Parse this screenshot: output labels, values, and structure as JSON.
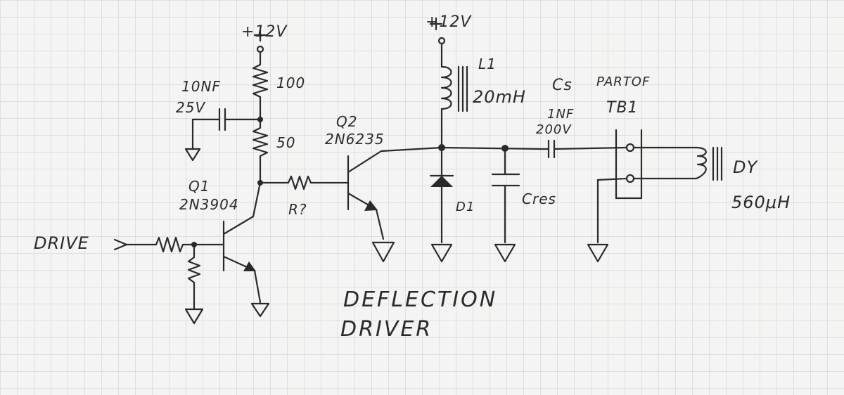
{
  "title": {
    "line1": "DEFLECTION",
    "line2": "DRIVER"
  },
  "labels": {
    "supply_left": "+12V",
    "supply_right": "+12V",
    "cap_value": "10NF",
    "cap_voltage": "25V",
    "r_top": "100",
    "r_mid": "50",
    "q1_name": "Q1",
    "q1_part": "2N3904",
    "q2_name": "Q2",
    "q2_part": "2N6235",
    "r_base": "R?",
    "drive": "DRIVE",
    "l1_name": "L1",
    "l1_value": "20mH",
    "cs_name": "Cs",
    "cs_value": "1NF",
    "cs_voltage": "200V",
    "d1_name": "D1",
    "cres_name": "Cres",
    "tb_part": "PARTOF",
    "tb_name": "TB1",
    "dy_name": "DY",
    "dy_value": "560μH"
  },
  "colors": {
    "paper": "#f4f5f2",
    "grid": "#bccde0",
    "ink": "#2a2a2a"
  }
}
